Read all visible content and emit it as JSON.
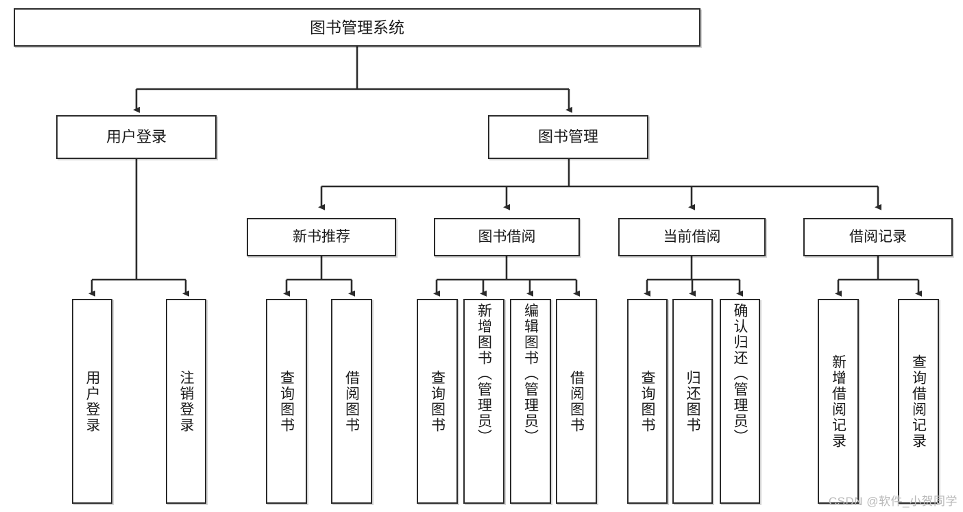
{
  "diagram": {
    "title_node": {
      "label": "图书管理系统"
    },
    "level2": [
      {
        "id": "user-login",
        "label": "用户登录"
      },
      {
        "id": "book-management",
        "label": "图书管理"
      }
    ],
    "level3": [
      {
        "id": "new-book-recommend",
        "label": "新书推荐"
      },
      {
        "id": "book-borrow",
        "label": "图书借阅"
      },
      {
        "id": "current-borrow",
        "label": "当前借阅"
      },
      {
        "id": "borrow-record",
        "label": "借阅记录"
      }
    ],
    "leaves": {
      "user_login": [
        {
          "id": "leaf-user-login",
          "label": "用户登录"
        },
        {
          "id": "leaf-logout-login",
          "label": "注销登录"
        }
      ],
      "new_book_recommend": [
        {
          "id": "leaf-query-book-1",
          "label": "查询图书"
        },
        {
          "id": "leaf-borrow-book-1",
          "label": "借阅图书"
        }
      ],
      "book_borrow": [
        {
          "id": "leaf-query-book-2",
          "label": "查询图书"
        },
        {
          "id": "leaf-add-book",
          "label": "新增图书（管理员）"
        },
        {
          "id": "leaf-edit-book",
          "label": "编辑图书（管理员）"
        },
        {
          "id": "leaf-borrow-book-2",
          "label": "借阅图书"
        }
      ],
      "current_borrow": [
        {
          "id": "leaf-query-book-3",
          "label": "查询图书"
        },
        {
          "id": "leaf-return-book",
          "label": "归还图书"
        },
        {
          "id": "leaf-confirm-return",
          "label": "确认归还（管理员）"
        }
      ],
      "borrow_record": [
        {
          "id": "leaf-add-borrow-record",
          "label": "新增借阅记录"
        },
        {
          "id": "leaf-query-borrow-record",
          "label": "查询借阅记录"
        }
      ]
    }
  },
  "watermark": {
    "text": "CSDN @软件_小贺同学"
  },
  "colors": {
    "border": "#2b2b2b",
    "text": "#1a1a1a",
    "background": "#ffffff",
    "watermark": "#b9b9b9"
  }
}
